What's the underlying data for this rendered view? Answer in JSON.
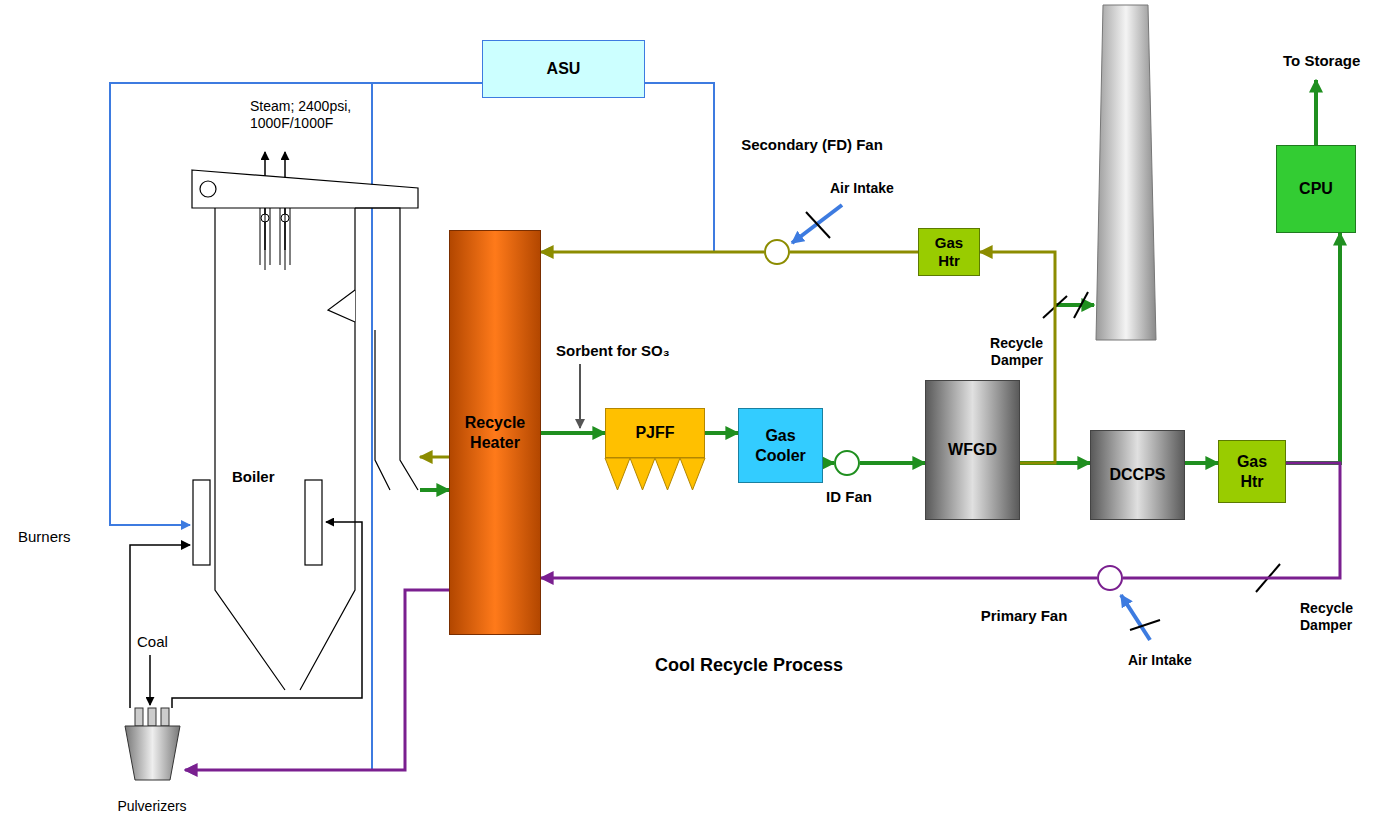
{
  "diagram": {
    "nodes": [
      {
        "text": [
          "ASU"
        ]
      },
      {
        "text": [
          "Boiler"
        ]
      },
      {
        "text": [
          "Recycle Heater"
        ]
      },
      {
        "text": [
          "PJFF"
        ]
      },
      {
        "text": [
          "Gas Cooler"
        ]
      },
      {
        "text": [
          "ID Fan"
        ]
      },
      {
        "text": [
          "WFGD"
        ]
      },
      {
        "text": [
          "DCCPS"
        ]
      },
      {
        "text": [
          "Gas Htr"
        ]
      },
      {
        "text": [
          "CPU"
        ]
      },
      {
        "text": [
          "Gas Htr"
        ]
      },
      {
        "text": [
          "Secondary (FD) Fan"
        ]
      },
      {
        "text": [
          "Primary Fan"
        ]
      },
      {
        "text": [
          "Pulverizers"
        ]
      }
    ],
    "edges": [
      {
        "from": 0,
        "to": 1,
        "arrow": "to"
      },
      {
        "from": 0,
        "to": 13,
        "arrow": "to"
      },
      {
        "from": 0,
        "to": 2,
        "arrow": "to"
      },
      {
        "from": 1,
        "to": 2,
        "arrow": "to"
      },
      {
        "from": 2,
        "to": 3,
        "arrow": "to"
      },
      {
        "from": 3,
        "to": 4,
        "arrow": "to"
      },
      {
        "from": 4,
        "to": 5,
        "arrow": "to"
      },
      {
        "from": 5,
        "to": 6,
        "arrow": "to"
      },
      {
        "from": 6,
        "to": 7,
        "arrow": "to"
      },
      {
        "from": 7,
        "to": 8,
        "arrow": "to"
      },
      {
        "from": 8,
        "to": 9,
        "arrow": "to"
      },
      {
        "from": 8,
        "to": 12,
        "arrow": "none"
      },
      {
        "from": 12,
        "to": 2,
        "arrow": "to"
      },
      {
        "from": 2,
        "to": 13,
        "arrow": "to"
      },
      {
        "from": 6,
        "to": 10,
        "arrow": "to"
      },
      {
        "from": 10,
        "to": 11,
        "arrow": "none"
      },
      {
        "from": 11,
        "to": 2,
        "arrow": "to"
      },
      {
        "from": 2,
        "to": 1,
        "arrow": "to"
      },
      {
        "from": 13,
        "to": 1,
        "arrow": "to"
      }
    ],
    "labels": [
      "Steam; 2400psi, 1000F/1000F",
      "Burners",
      "Coal",
      "Sorbent for SO₃",
      "Air Intake",
      "Air Intake",
      "Recycle Damper",
      "Recycle Damper",
      "To Storage",
      "Cool Recycle Process"
    ]
  }
}
